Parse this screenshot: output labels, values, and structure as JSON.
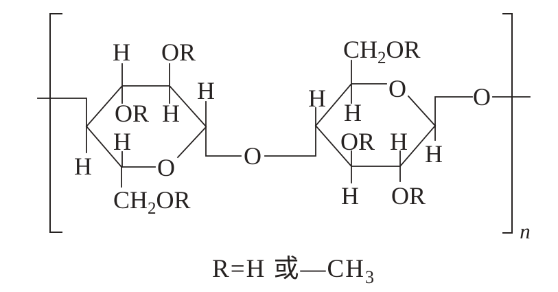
{
  "figure": {
    "repeat_subscript": "n",
    "glycosidic_oxygen_label": "O",
    "chain_end_oxygen_label": "O",
    "unit_left": {
      "c3_top": "H",
      "c2_top": "OR",
      "c3_inner": "OR",
      "c2_inner": "H",
      "c4_hydrogen": "H",
      "c5_inner": "H",
      "c1_hydrogen": "H",
      "ring_oxygen": "O",
      "c5_substituent": {
        "main": "CH",
        "sub": "2",
        "tail": "OR"
      }
    },
    "unit_right": {
      "c5_substituent": {
        "main": "CH",
        "sub": "2",
        "tail": "OR"
      },
      "ring_oxygen": "O",
      "c4_hydrogen": "H",
      "c5_inner": "H",
      "c3_inner": "OR",
      "c2_inner": "H",
      "c3_bottom": "H",
      "c2_bottom": "OR",
      "c1_hydrogen": "H"
    },
    "caption": {
      "main": "R=H 或—CH",
      "subscript": "3"
    }
  }
}
